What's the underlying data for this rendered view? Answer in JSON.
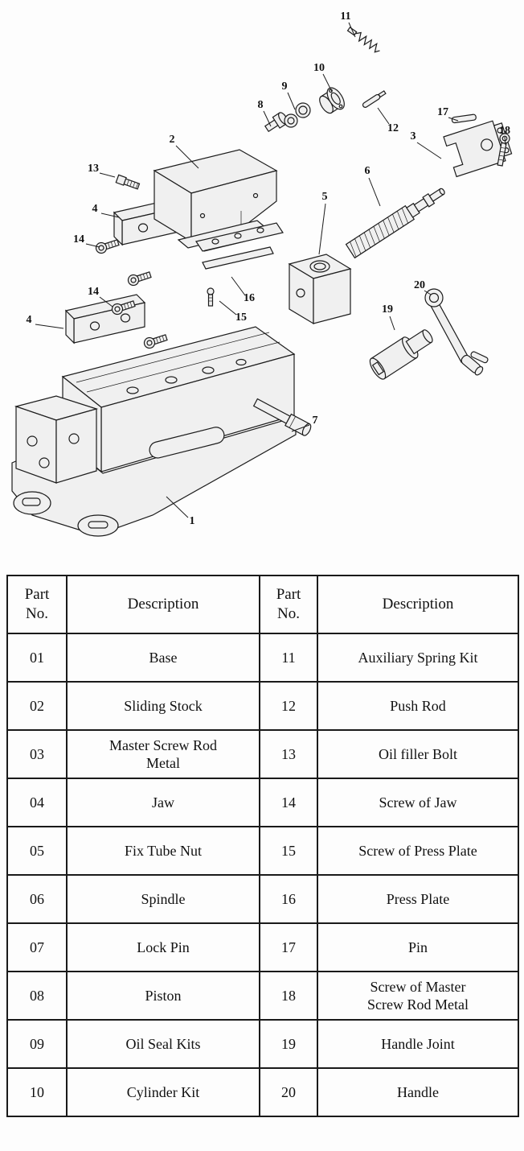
{
  "figure": {
    "title": "Exploded view of machine vise with numbered parts",
    "callouts": [
      {
        "label": "11"
      },
      {
        "label": "10"
      },
      {
        "label": "9"
      },
      {
        "label": "8"
      },
      {
        "label": "12"
      },
      {
        "label": "17"
      },
      {
        "label": "3"
      },
      {
        "label": "18"
      },
      {
        "label": "2"
      },
      {
        "label": "13"
      },
      {
        "label": "4"
      },
      {
        "label": "6"
      },
      {
        "label": "14"
      },
      {
        "label": "5"
      },
      {
        "label": "14"
      },
      {
        "label": "4"
      },
      {
        "label": "16"
      },
      {
        "label": "15"
      },
      {
        "label": "20"
      },
      {
        "label": "19"
      },
      {
        "label": "7"
      },
      {
        "label": "1"
      }
    ]
  },
  "table": {
    "headers": [
      "Part\nNo.",
      "Description",
      "Part\nNo.",
      "Description"
    ],
    "rows": [
      [
        "01",
        "Base",
        "11",
        "Auxiliary Spring Kit"
      ],
      [
        "02",
        "Sliding Stock",
        "12",
        "Push Rod"
      ],
      [
        "03",
        "Master Screw Rod\nMetal",
        "13",
        "Oil filler Bolt"
      ],
      [
        "04",
        "Jaw",
        "14",
        "Screw of Jaw"
      ],
      [
        "05",
        "Fix Tube Nut",
        "15",
        "Screw of Press Plate"
      ],
      [
        "06",
        "Spindle",
        "16",
        "Press Plate"
      ],
      [
        "07",
        "Lock Pin",
        "17",
        "Pin"
      ],
      [
        "08",
        "Piston",
        "18",
        "Screw of Master\nScrew Rod Metal"
      ],
      [
        "09",
        "Oil Seal Kits",
        "19",
        "Handle Joint"
      ],
      [
        "10",
        "Cylinder Kit",
        "20",
        "Handle"
      ]
    ]
  }
}
